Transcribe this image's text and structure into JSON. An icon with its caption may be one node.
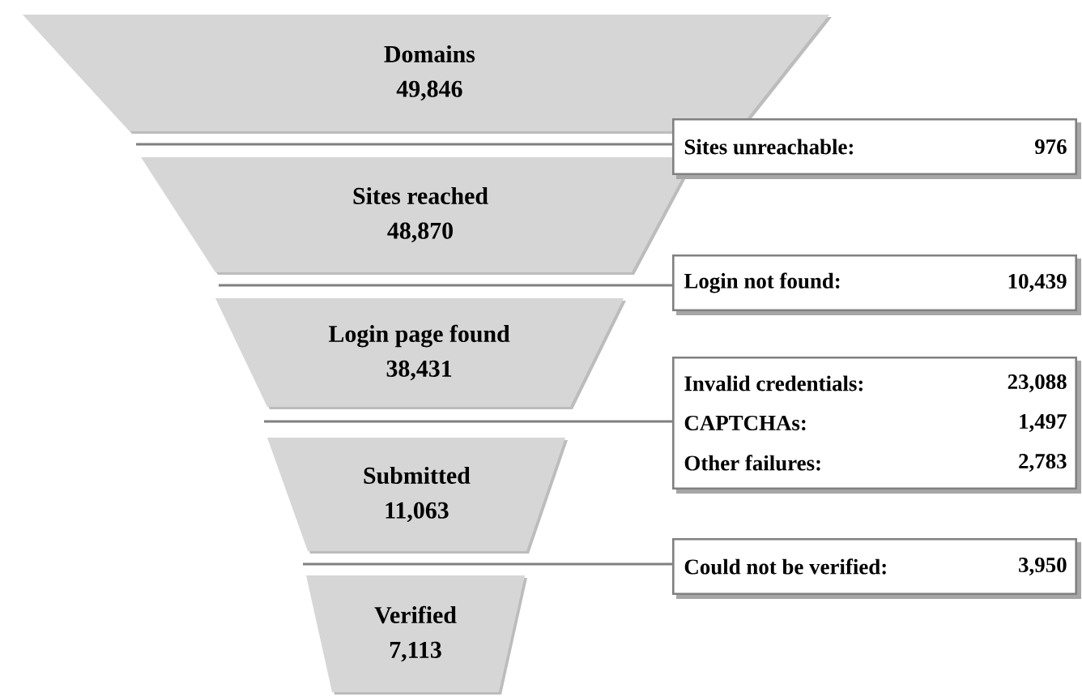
{
  "diagram": {
    "nodes": [
      {
        "text": [
          "Domains",
          "49,846"
        ]
      },
      {
        "text": [
          "Sites reached",
          "48,870"
        ]
      },
      {
        "text": [
          "Login page found",
          "38,431"
        ]
      },
      {
        "text": [
          "Submitted",
          "11,063"
        ]
      },
      {
        "text": [
          "Verified",
          "7,113"
        ]
      },
      {
        "text": [
          "Sites unreachable:",
          "976"
        ]
      },
      {
        "text": [
          "Login not found:",
          "10,439"
        ]
      },
      {
        "text": [
          "Invalid credentials:",
          "23,088",
          "CAPTCHAs:",
          "1,497",
          "Other failures:",
          "2,783"
        ]
      },
      {
        "text": [
          "Could not be verified:",
          "3,950"
        ]
      }
    ],
    "edges": [
      {
        "from": 5,
        "to": 0,
        "arrow": "none"
      },
      {
        "from": 6,
        "to": 1,
        "arrow": "none"
      },
      {
        "from": 7,
        "to": 2,
        "arrow": "none"
      },
      {
        "from": 8,
        "to": 3,
        "arrow": "none"
      }
    ]
  }
}
